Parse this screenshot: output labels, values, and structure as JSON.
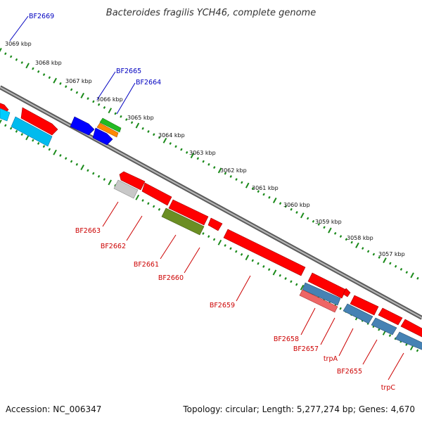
{
  "title": "Bacteroides fragilis YCH46, complete genome",
  "footer": {
    "accession": "Accession: NC_006347",
    "topology": "Topology: circular; Length: 5,277,274 bp; Genes: 4,670"
  },
  "colors": {
    "forward_label": "#0000c0",
    "reverse_label": "#cc0000",
    "tick": "#1a8a1a",
    "backbone": "#888888"
  },
  "scale_labels": [
    "3069 kbp",
    "3068 kbp",
    "3067 kbp",
    "3066 kbp",
    "3065 kbp",
    "3064 kbp",
    "3063 kbp",
    "3062 kbp",
    "3061 kbp",
    "3060 kbp",
    "3059 kbp",
    "3058 kbp",
    "3057 kbp"
  ],
  "forward_gene_labels": [
    "BF2669",
    "BF2665",
    "BF2664"
  ],
  "reverse_gene_labels": [
    "BF2663",
    "BF2662",
    "BF2661",
    "BF2660",
    "BF2659",
    "BF2658",
    "BF2657",
    "trpA",
    "BF2655",
    "trpC"
  ]
}
